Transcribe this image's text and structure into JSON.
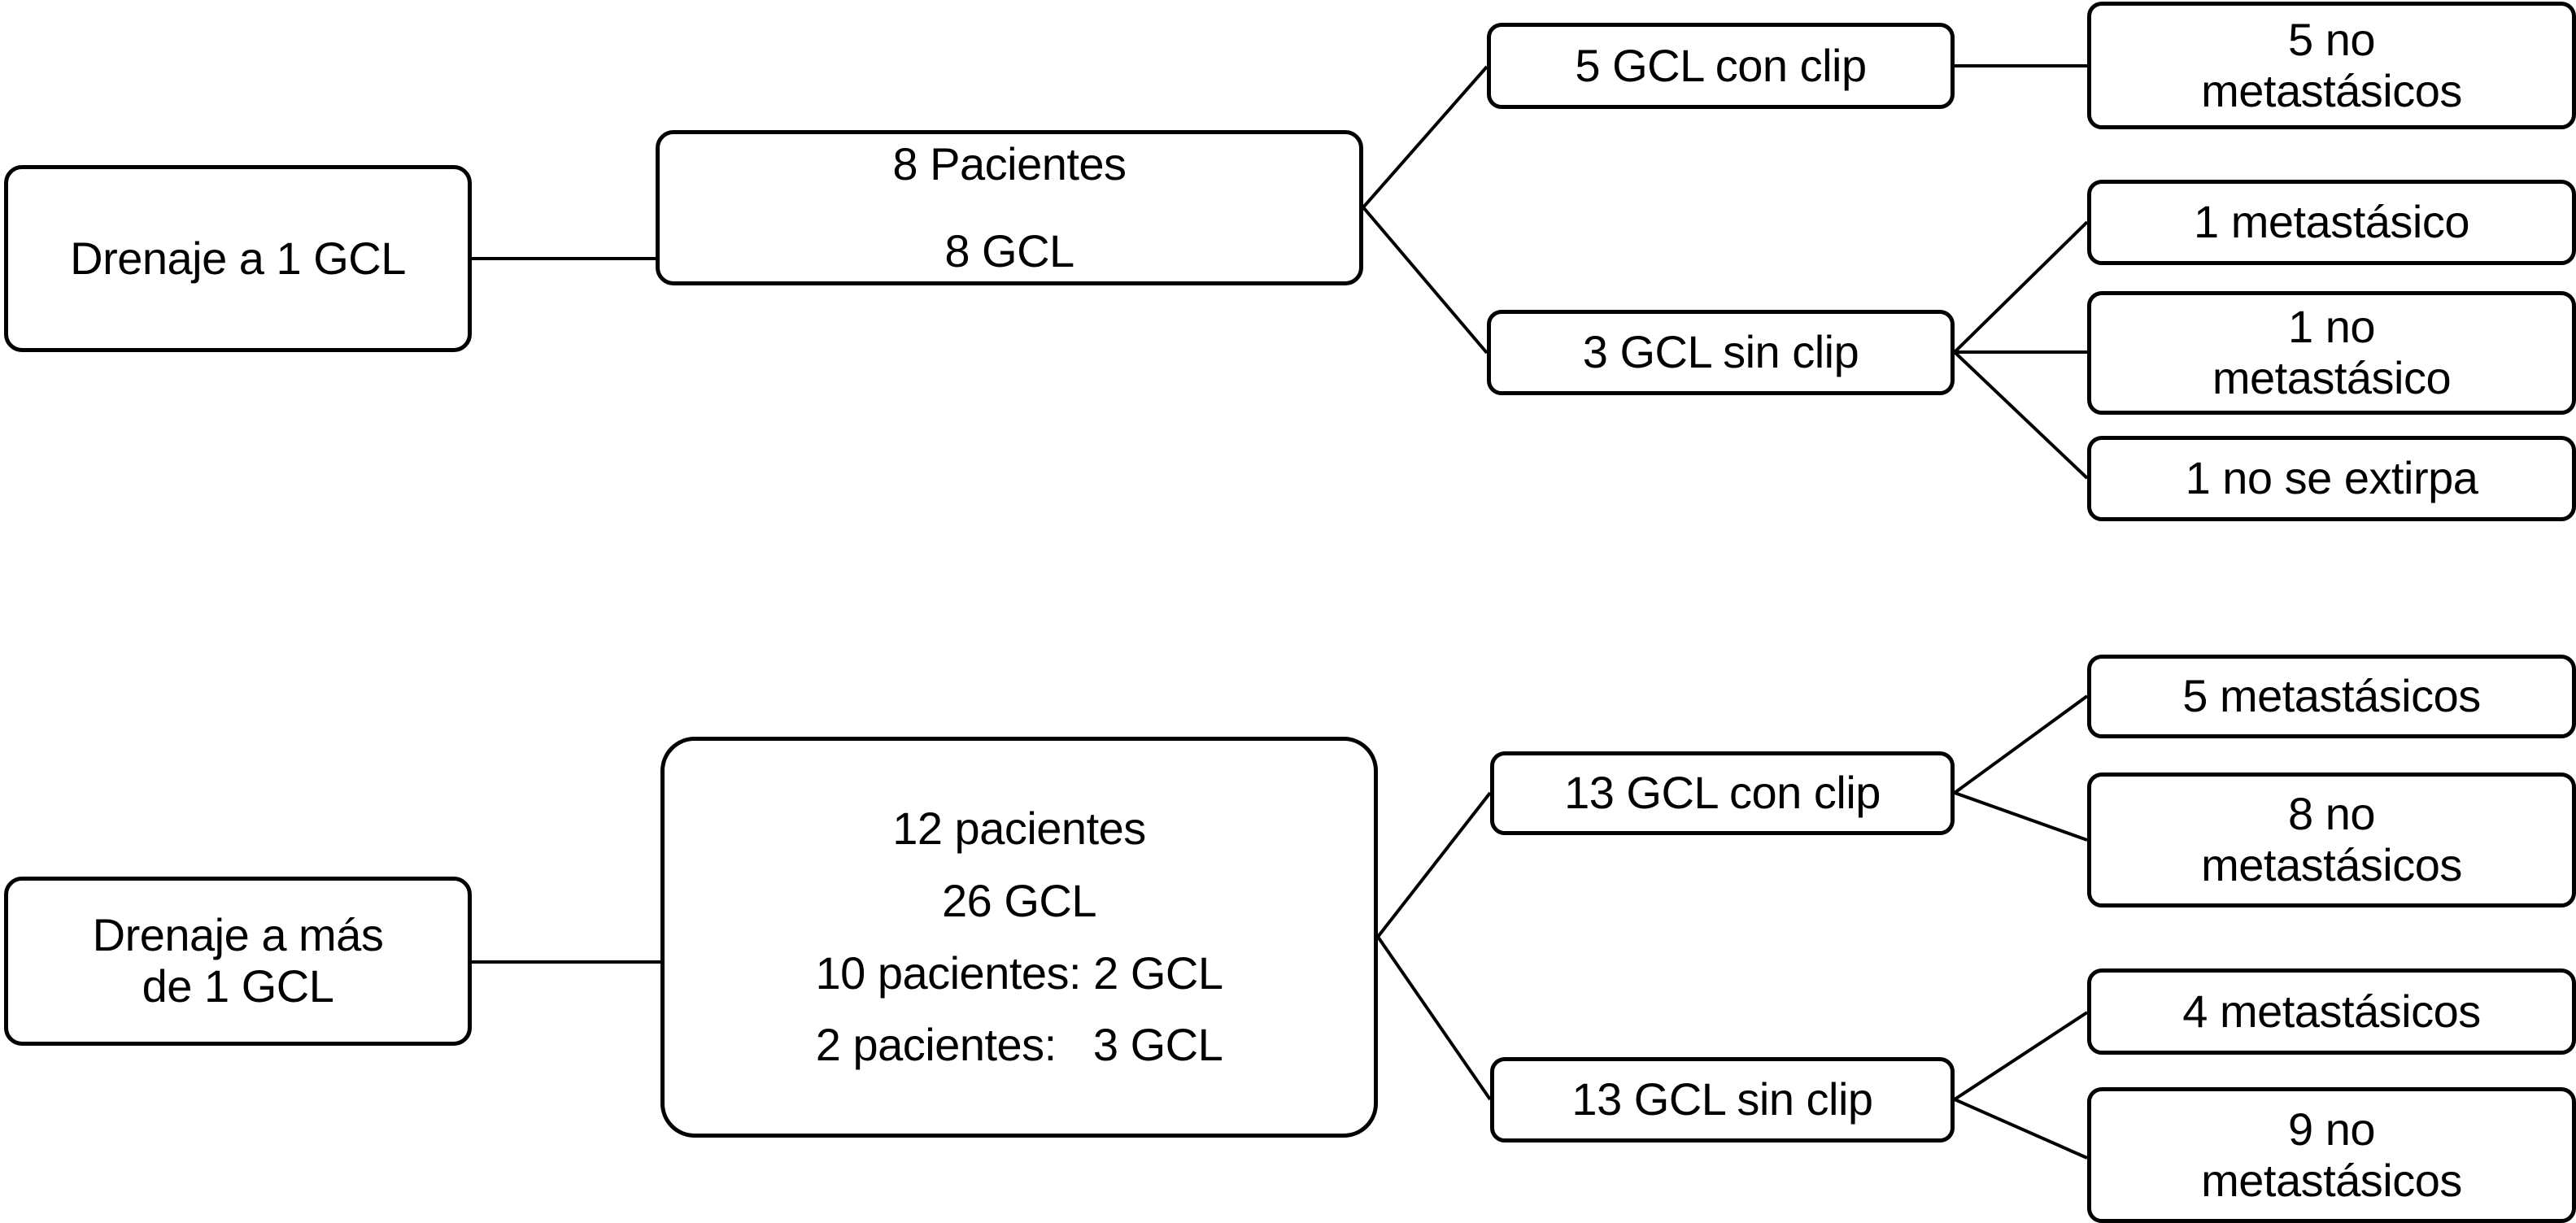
{
  "diagram": {
    "type": "flowchart",
    "language": "es",
    "orientation": "left-to-right",
    "branches": [
      {
        "id": "branch-1-gcl",
        "root": {
          "id": "drenaje-1-gcl",
          "lines": [
            "Drenaje a 1 GCL"
          ]
        },
        "hub": {
          "id": "8-pacientes-8-gcl",
          "lines": [
            "8 Pacientes",
            "8 GCL"
          ]
        },
        "groups": [
          {
            "id": "5-gcl-con-clip",
            "lines": [
              "5 GCL con clip"
            ],
            "outcomes": [
              {
                "id": "5-no-metastasicos",
                "lines": [
                  "5 no",
                  "metastásicos"
                ]
              }
            ]
          },
          {
            "id": "3-gcl-sin-clip",
            "lines": [
              "3 GCL sin clip"
            ],
            "outcomes": [
              {
                "id": "1-metastasico",
                "lines": [
                  "1 metastásico"
                ]
              },
              {
                "id": "1-no-metastasico",
                "lines": [
                  "1 no",
                  "metastásico"
                ]
              },
              {
                "id": "1-no-se-extirpa",
                "lines": [
                  "1 no se extirpa"
                ]
              }
            ]
          }
        ]
      },
      {
        "id": "branch-mas-de-1-gcl",
        "root": {
          "id": "drenaje-mas-de-1-gcl",
          "lines": [
            "Drenaje a más",
            "de 1 GCL"
          ]
        },
        "hub": {
          "id": "12-pacientes-26-gcl",
          "lines": [
            "12 pacientes",
            "26 GCL",
            "10 pacientes: 2 GCL",
            "2 pacientes:   3 GCL"
          ]
        },
        "groups": [
          {
            "id": "13-gcl-con-clip",
            "lines": [
              "13 GCL con clip"
            ],
            "outcomes": [
              {
                "id": "5-metastasicos",
                "lines": [
                  "5 metastásicos"
                ]
              },
              {
                "id": "8-no-metastasicos",
                "lines": [
                  "8 no",
                  "metastásicos"
                ]
              }
            ]
          },
          {
            "id": "13-gcl-sin-clip",
            "lines": [
              "13 GCL sin clip"
            ],
            "outcomes": [
              {
                "id": "4-metastasicos",
                "lines": [
                  "4 metastásicos"
                ]
              },
              {
                "id": "9-no-metastasicos",
                "lines": [
                  "9 no",
                  "metastásicos"
                ]
              }
            ]
          }
        ]
      }
    ],
    "nodes": {
      "drenaje_1_gcl_l1": "Drenaje a 1 GCL",
      "hub_top_l1": "8 Pacientes",
      "hub_top_l2": "8 GCL",
      "gcl5_con_clip": "5 GCL con clip",
      "no_met_5_l1": "5 no",
      "no_met_5_l2": "metastásicos",
      "gcl3_sin_clip": "3 GCL sin clip",
      "met_1": "1 metastásico",
      "no_met_1_l1": "1 no",
      "no_met_1_l2": "metastásico",
      "no_extirpa_1": "1 no se extirpa",
      "drenaje_mas_l1": "Drenaje a más",
      "drenaje_mas_l2": "de 1 GCL",
      "hub_bot_l1": "12 pacientes",
      "hub_bot_l2": "26 GCL",
      "hub_bot_l3": "10 pacientes: 2 GCL",
      "hub_bot_l4": "2 pacientes:   3 GCL",
      "gcl13_con_clip": "13 GCL con clip",
      "met_5": "5 metastásicos",
      "no_met_8_l1": "8 no",
      "no_met_8_l2": "metastásicos",
      "gcl13_sin_clip": "13 GCL sin clip",
      "met_4": "4 metastásicos",
      "no_met_9_l1": "9 no",
      "no_met_9_l2": "metastásicos"
    },
    "colors": {
      "stroke": "#000000",
      "fill": "#ffffff",
      "text": "#000000"
    }
  }
}
